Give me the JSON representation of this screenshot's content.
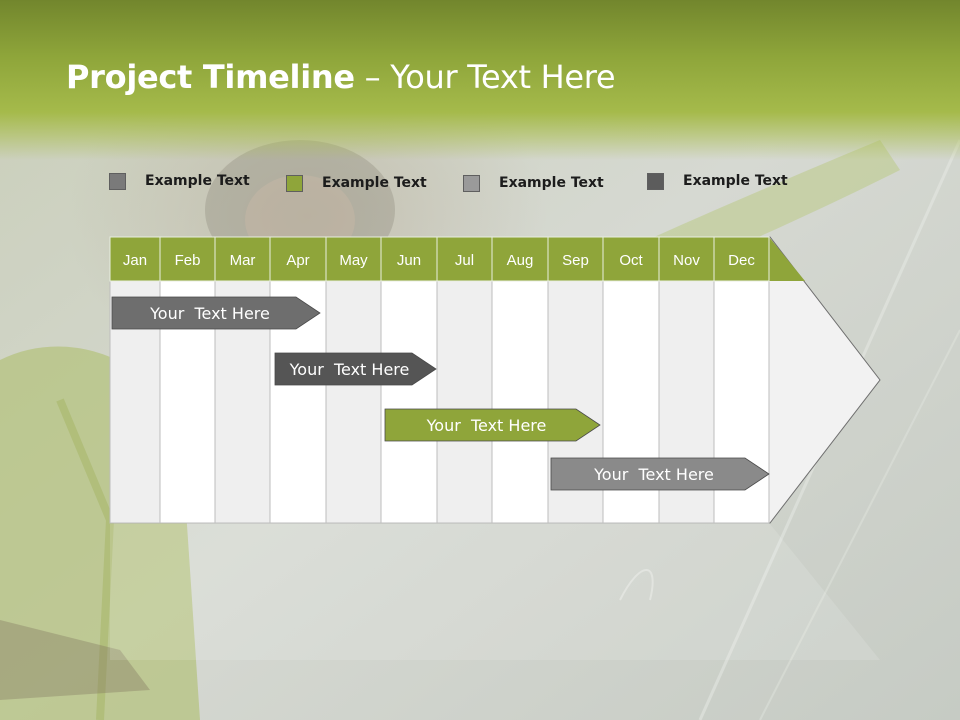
{
  "slide": {
    "title_bold": "Project Timeline",
    "title_rest": " – Your Text Here"
  },
  "legend": [
    {
      "label": "Example Text",
      "color": "#7a7a7a"
    },
    {
      "label": "Example Text",
      "color": "#8fa53a"
    },
    {
      "label": "Example Text",
      "color": "#9a9a9a"
    },
    {
      "label": "Example Text",
      "color": "#5c5c5c"
    }
  ],
  "timeline": {
    "months": [
      "Jan",
      "Feb",
      "Mar",
      "Apr",
      "May",
      "Jun",
      "Jul",
      "Aug",
      "Sep",
      "Oct",
      "Nov",
      "Dec"
    ],
    "header_color": "#8fa53a",
    "bars": [
      {
        "label": "Your  Text Here",
        "color": "#6e6e6e"
      },
      {
        "label": "Your  Text Here",
        "color": "#555555"
      },
      {
        "label": "Your  Text Here",
        "color": "#8fa53a"
      },
      {
        "label": "Your  Text Here",
        "color": "#8a8a8a"
      }
    ]
  }
}
